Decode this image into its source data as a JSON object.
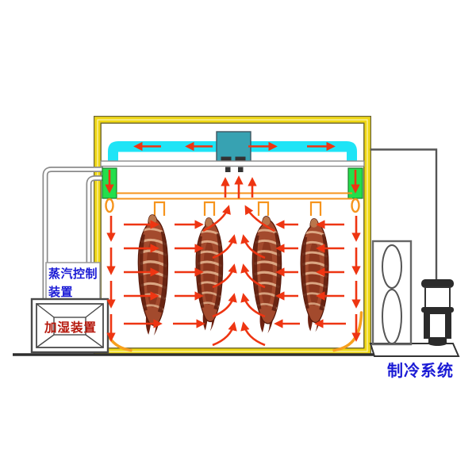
{
  "labels": {
    "steam_control_line1": "蒸汽控制",
    "steam_control_line2": "装置",
    "humidifier": "加湿装置",
    "refrigeration": "制冷系统"
  },
  "colors": {
    "chamber_frame": "#F0D814",
    "air_duct": "#1FE4F6",
    "fan_unit": "#37A2B2",
    "supply_duct": "#23DF4B",
    "airflow_arrow": "#EE3512",
    "rail_and_hooks": "#F6941D",
    "label_blue": "#1B1BD5",
    "label_red": "#B5170B",
    "meat_body": "#A34A2D",
    "pipe_gray": "#8A8A8A"
  }
}
